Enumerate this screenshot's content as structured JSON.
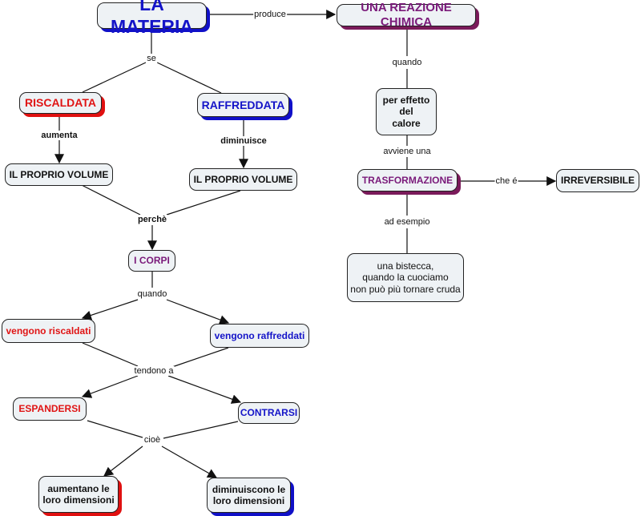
{
  "colors": {
    "node_fill": "#eef2f5",
    "blue": "#1414c8",
    "red": "#e01414",
    "purple": "#7a1a7a",
    "line": "#111111"
  },
  "nodes": {
    "la_materia": "LA MATERIA",
    "reazione_chimica": "UNA REAZIONE CHIMICA",
    "riscaldata": "RISCALDATA",
    "raffreddata": "RAFFREDDATA",
    "volume_left": "IL PROPRIO VOLUME",
    "volume_right": "IL PROPRIO VOLUME",
    "i_corpi": "I CORPI",
    "vengono_riscaldati": "vengono riscaldati",
    "vengono_raffreddati": "vengono raffreddati",
    "espandersi": "ESPANDERSI",
    "contrarsi": "CONTRARSI",
    "aumentano": "aumentano le\nloro dimensioni",
    "diminuiscono": "diminuiscono le\nloro dimensioni",
    "effetto_calore": "per effetto\ndel\ncalore",
    "trasformazione": "TRASFORMAZIONE",
    "irreversibile": "IRREVERSIBILE",
    "bistecca": "una bistecca,\nquando la cuociamo\nnon può più tornare cruda"
  },
  "links": {
    "produce": "produce",
    "se": "se",
    "aumenta": "aumenta",
    "diminuisce": "diminuisce",
    "perche": "perchè",
    "quando_corpi": "quando",
    "tendono": "tendono a",
    "cioe": "cioè",
    "quando_reazione": "quando",
    "avviene": "avviene una",
    "che_e": "che é",
    "ad_esempio": "ad esempio"
  }
}
